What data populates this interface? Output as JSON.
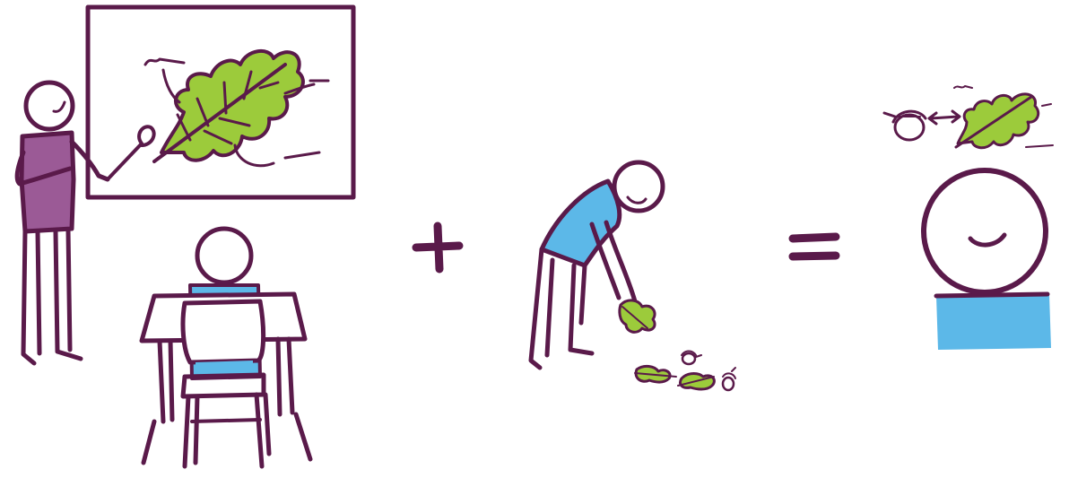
{
  "colors": {
    "ink": "#5a1a4a",
    "leaf_green": "#9ccb3b",
    "shirt_purple": "#9b5a96",
    "shirt_blue": "#5cb8e8",
    "background": "#ffffff"
  },
  "scenes": [
    {
      "id": "classroom",
      "icons": [
        "teacher-figure",
        "whiteboard-with-oak-leaf",
        "student-at-desk"
      ]
    },
    {
      "operator": "plus"
    },
    {
      "id": "outdoors",
      "icons": [
        "person-collecting-leaves",
        "oak-leaves-and-acorns-on-ground"
      ]
    },
    {
      "operator": "equals"
    },
    {
      "id": "result",
      "icons": [
        "smiling-person",
        "acorn-and-oak-leaf-thought"
      ]
    }
  ]
}
